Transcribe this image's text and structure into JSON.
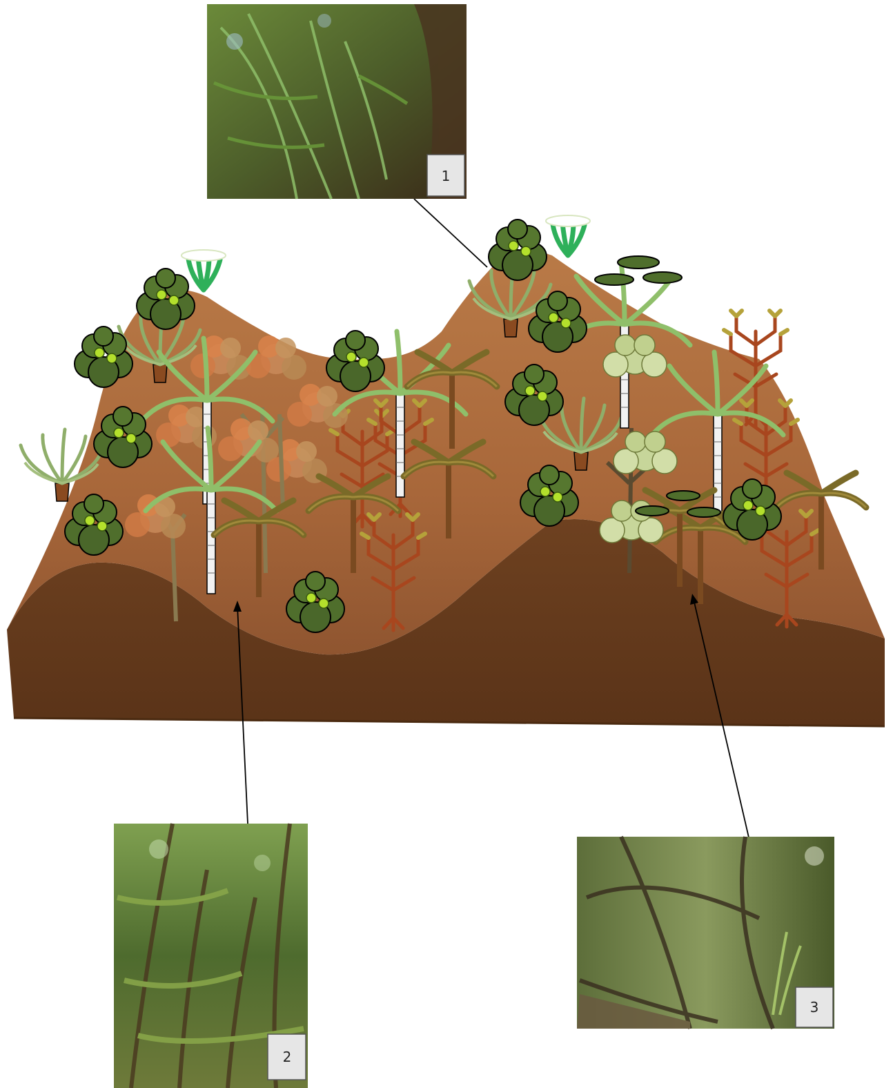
{
  "photos": [
    {
      "label": "1",
      "description_icon": "photo-canopy"
    },
    {
      "label": "2",
      "description_icon": "photo-forest-understory"
    },
    {
      "label": "3",
      "description_icon": "photo-mossy-thicket"
    }
  ],
  "colors": {
    "terrain_top": "#a8673a",
    "terrain_top_light": "#c88a55",
    "terrain_front": "#6b3f1f",
    "terrain_front_dark": "#5a3318",
    "foliage_dark": "#4a6b2a",
    "foliage_light": "#9acd32",
    "leader_line": "#000000",
    "label_box": "#e6e6e6"
  }
}
